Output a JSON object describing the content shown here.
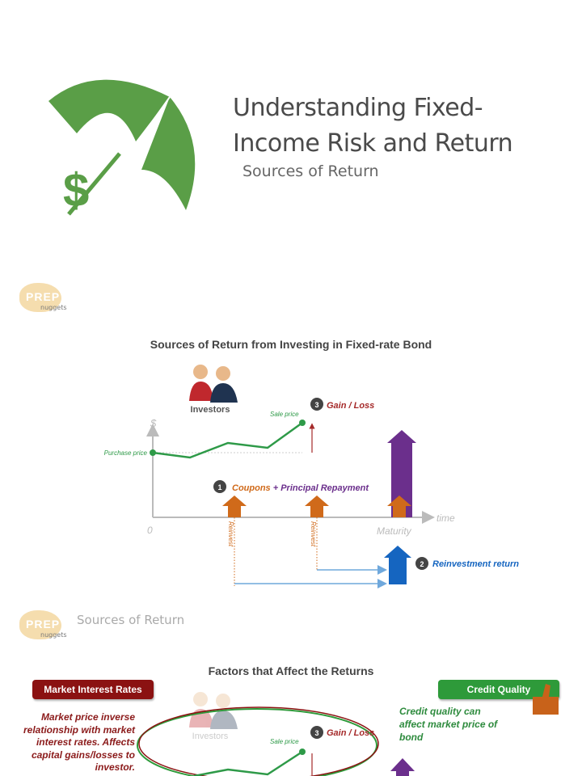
{
  "title_slide": {
    "title_line1": "Understanding Fixed-",
    "title_line2": "Income Risk and Return",
    "subtitle": "Sources of Return",
    "logo_icon": "umbrella-dollar-icon",
    "brand_color": "#5a9e47"
  },
  "brand": {
    "logo_text": "PREP",
    "logo_sub": "nuggets"
  },
  "slide2": {
    "title": "Sources of Return from Investing in Fixed-rate Bond",
    "investors_label": "Investors",
    "y_axis_label": "$",
    "x_axis_label": "time",
    "origin_label": "0",
    "maturity_label": "Maturity",
    "purchase_price_label": "Purchase price",
    "sale_price_label": "Sale price",
    "gain_loss": {
      "number": "3",
      "label": "Gain / Loss"
    },
    "coupons": {
      "number": "1",
      "label_a": "Coupons",
      "label_plus": " + ",
      "label_b": "Principal Repayment"
    },
    "reinvestment": {
      "number": "2",
      "label": "Reinvestment return"
    },
    "reinvest_label": "Reinvest",
    "colors": {
      "price_line": "#2e9a48",
      "coupon": "#d06a1a",
      "principal": "#6b2f8c",
      "reinvest": "#1565c0",
      "gain": "#a52a2a"
    }
  },
  "slide3": {
    "header": "Sources of Return",
    "title": "Factors that Affect the Returns",
    "market_rates_button": "Market Interest Rates",
    "credit_quality_button": "Credit Quality",
    "market_text": "Market price inverse relationship with market interest rates.  Affects capital gains/losses to investor.",
    "credit_text": "Credit quality can affect market price of bond",
    "investors_label": "Investors",
    "sale_price_label": "Sale price",
    "gain_loss": {
      "number": "3",
      "label": "Gain / Loss"
    },
    "colors": {
      "market": "#8b1212",
      "credit": "#2e9a3a"
    }
  }
}
